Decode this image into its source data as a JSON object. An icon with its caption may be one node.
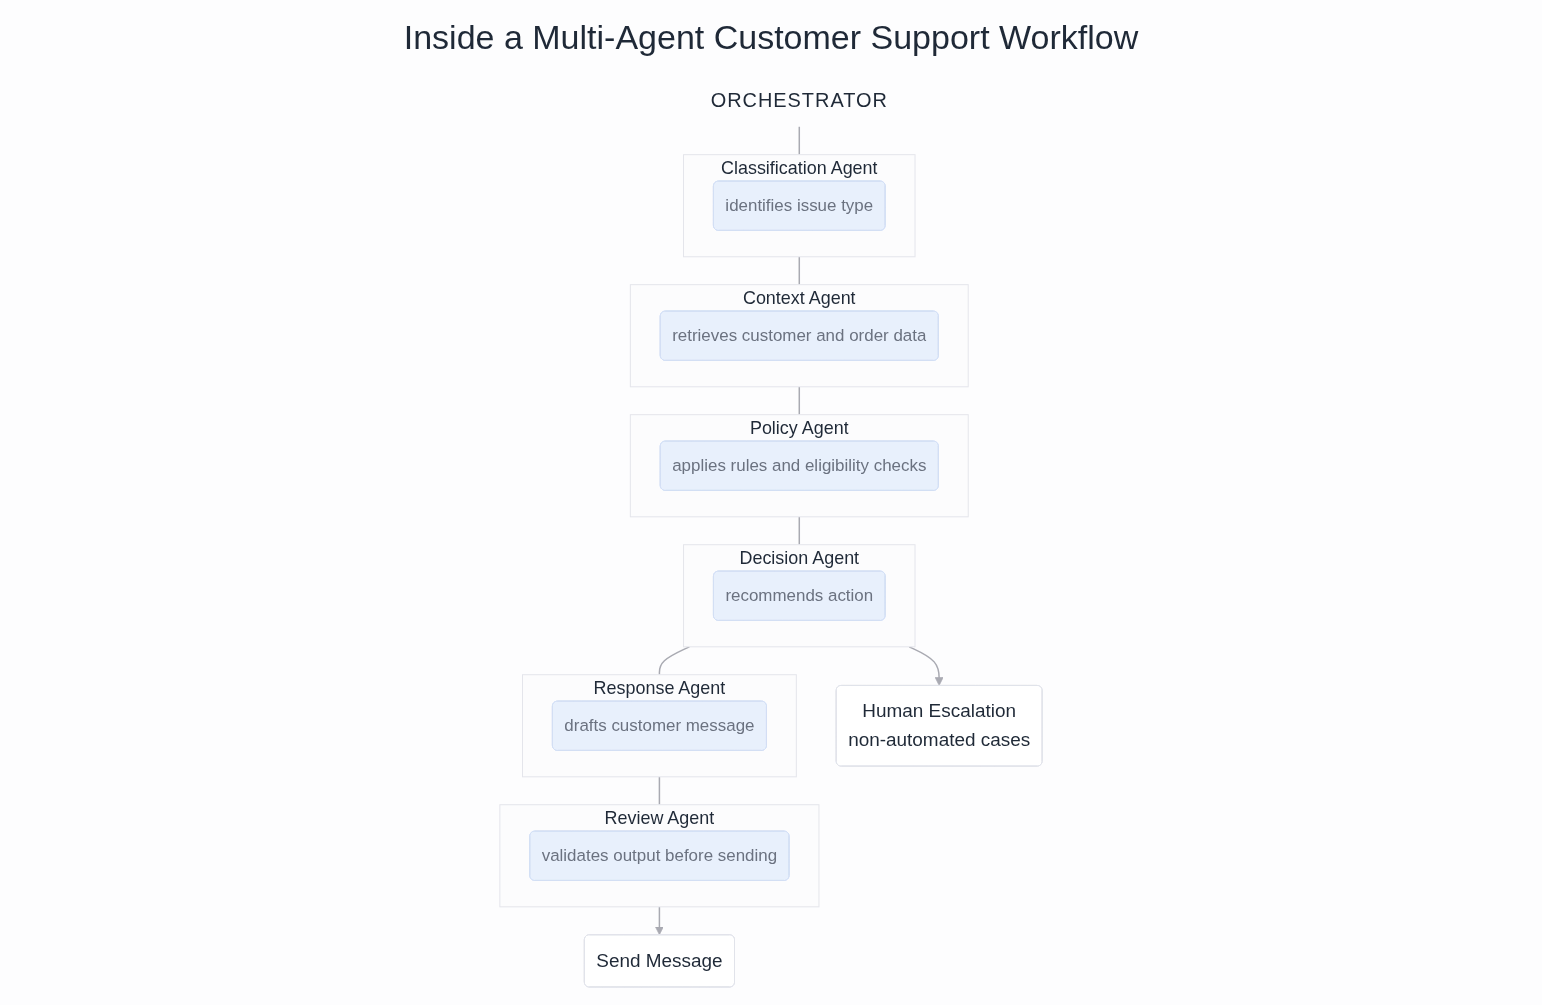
{
  "diagram": {
    "title": "Inside a Multi-Agent Customer Support Workflow",
    "nodes": [
      {
        "text": [
          "ORCHESTRATOR"
        ]
      },
      {
        "text": [
          "Classification Agent"
        ]
      },
      {
        "text": [
          "identifies issue type"
        ],
        "in": 1
      },
      {
        "text": [
          "Context Agent"
        ]
      },
      {
        "text": [
          "retrieves customer and order data"
        ],
        "in": 3
      },
      {
        "text": [
          "Policy Agent"
        ]
      },
      {
        "text": [
          "applies rules and eligibility checks"
        ],
        "in": 5
      },
      {
        "text": [
          "Decision Agent"
        ]
      },
      {
        "text": [
          "recommends action"
        ],
        "in": 7
      },
      {
        "text": [
          "Human Escalation",
          "non-automated cases"
        ]
      },
      {
        "text": [
          "Response Agent"
        ]
      },
      {
        "text": [
          "drafts customer message"
        ],
        "in": 10
      },
      {
        "text": [
          "Review Agent"
        ]
      },
      {
        "text": [
          "validates output before sending"
        ],
        "in": 12
      },
      {
        "text": [
          "Send Message"
        ]
      }
    ],
    "edges": [
      {
        "from": 0,
        "to": 1,
        "arrow": "none"
      },
      {
        "from": 1,
        "to": 3,
        "arrow": "none"
      },
      {
        "from": 3,
        "to": 5,
        "arrow": "none"
      },
      {
        "from": 5,
        "to": 7,
        "arrow": "none"
      },
      {
        "from": 7,
        "to": 9,
        "arrow": "to"
      },
      {
        "from": 7,
        "to": 10,
        "arrow": "none"
      },
      {
        "from": 10,
        "to": 12,
        "arrow": "none"
      },
      {
        "from": 12,
        "to": 14,
        "arrow": "to"
      }
    ]
  }
}
